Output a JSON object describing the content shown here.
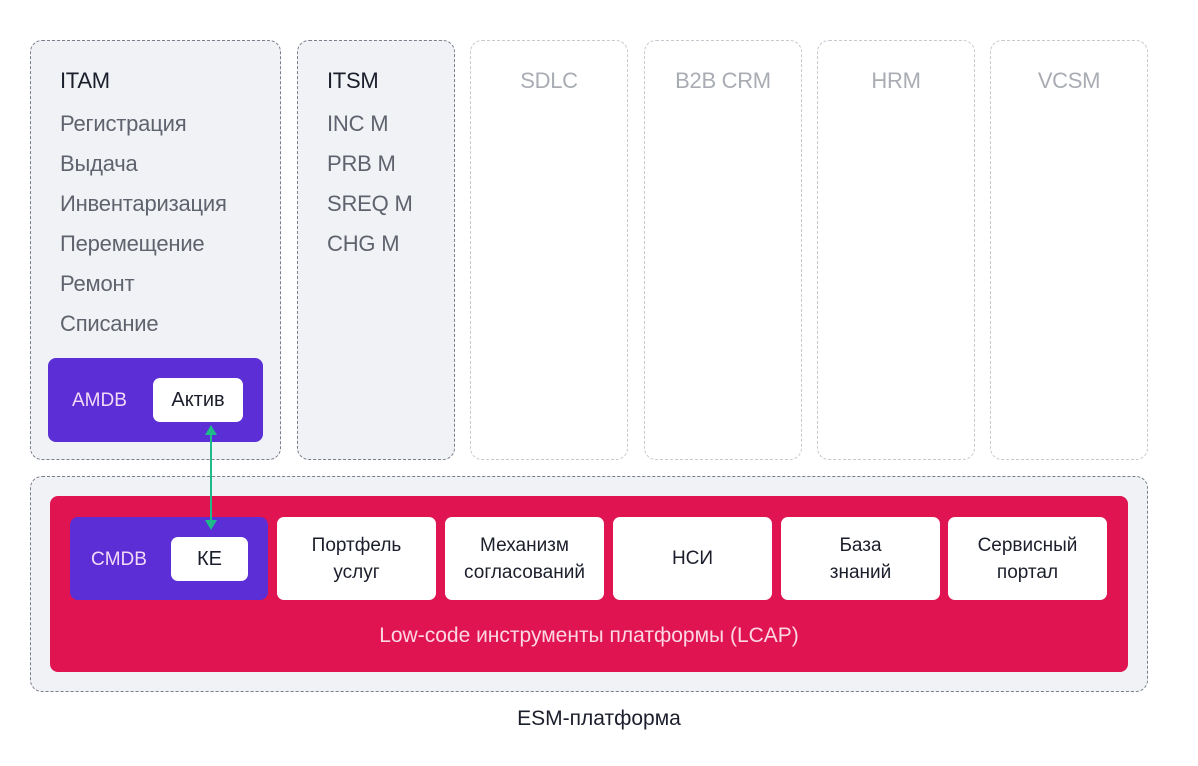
{
  "modules": [
    {
      "title": "ITAM",
      "active": true,
      "items": [
        "Регистрация",
        "Выдача",
        "Инвентаризация",
        "Перемещение",
        "Ремонт",
        "Списание"
      ],
      "db": {
        "label": "AMDB",
        "entity": "Актив"
      }
    },
    {
      "title": "ITSM",
      "active": true,
      "items": [
        "INC M",
        "PRB M",
        "SREQ M",
        "CHG M"
      ]
    },
    {
      "title": "SDLC",
      "active": false
    },
    {
      "title": "B2B CRM",
      "active": false
    },
    {
      "title": "HRM",
      "active": false
    },
    {
      "title": "VCSM",
      "active": false
    }
  ],
  "platform": {
    "cmdb": {
      "label": "CMDB",
      "entity": "КЕ"
    },
    "tools": [
      "Портфель\nуслуг",
      "Механизм\nсогласований",
      "НСИ",
      "База\nзнаний",
      "Сервисный\nпортал"
    ],
    "lcap_caption": "Low-code инструменты платформы (LCAP)",
    "caption": "ESM-платформа"
  },
  "colors": {
    "db_purple": "#5b2ed6",
    "lcap_red": "#e11452",
    "link_green": "#1fb98a",
    "panel_bg": "#f1f2f6"
  }
}
